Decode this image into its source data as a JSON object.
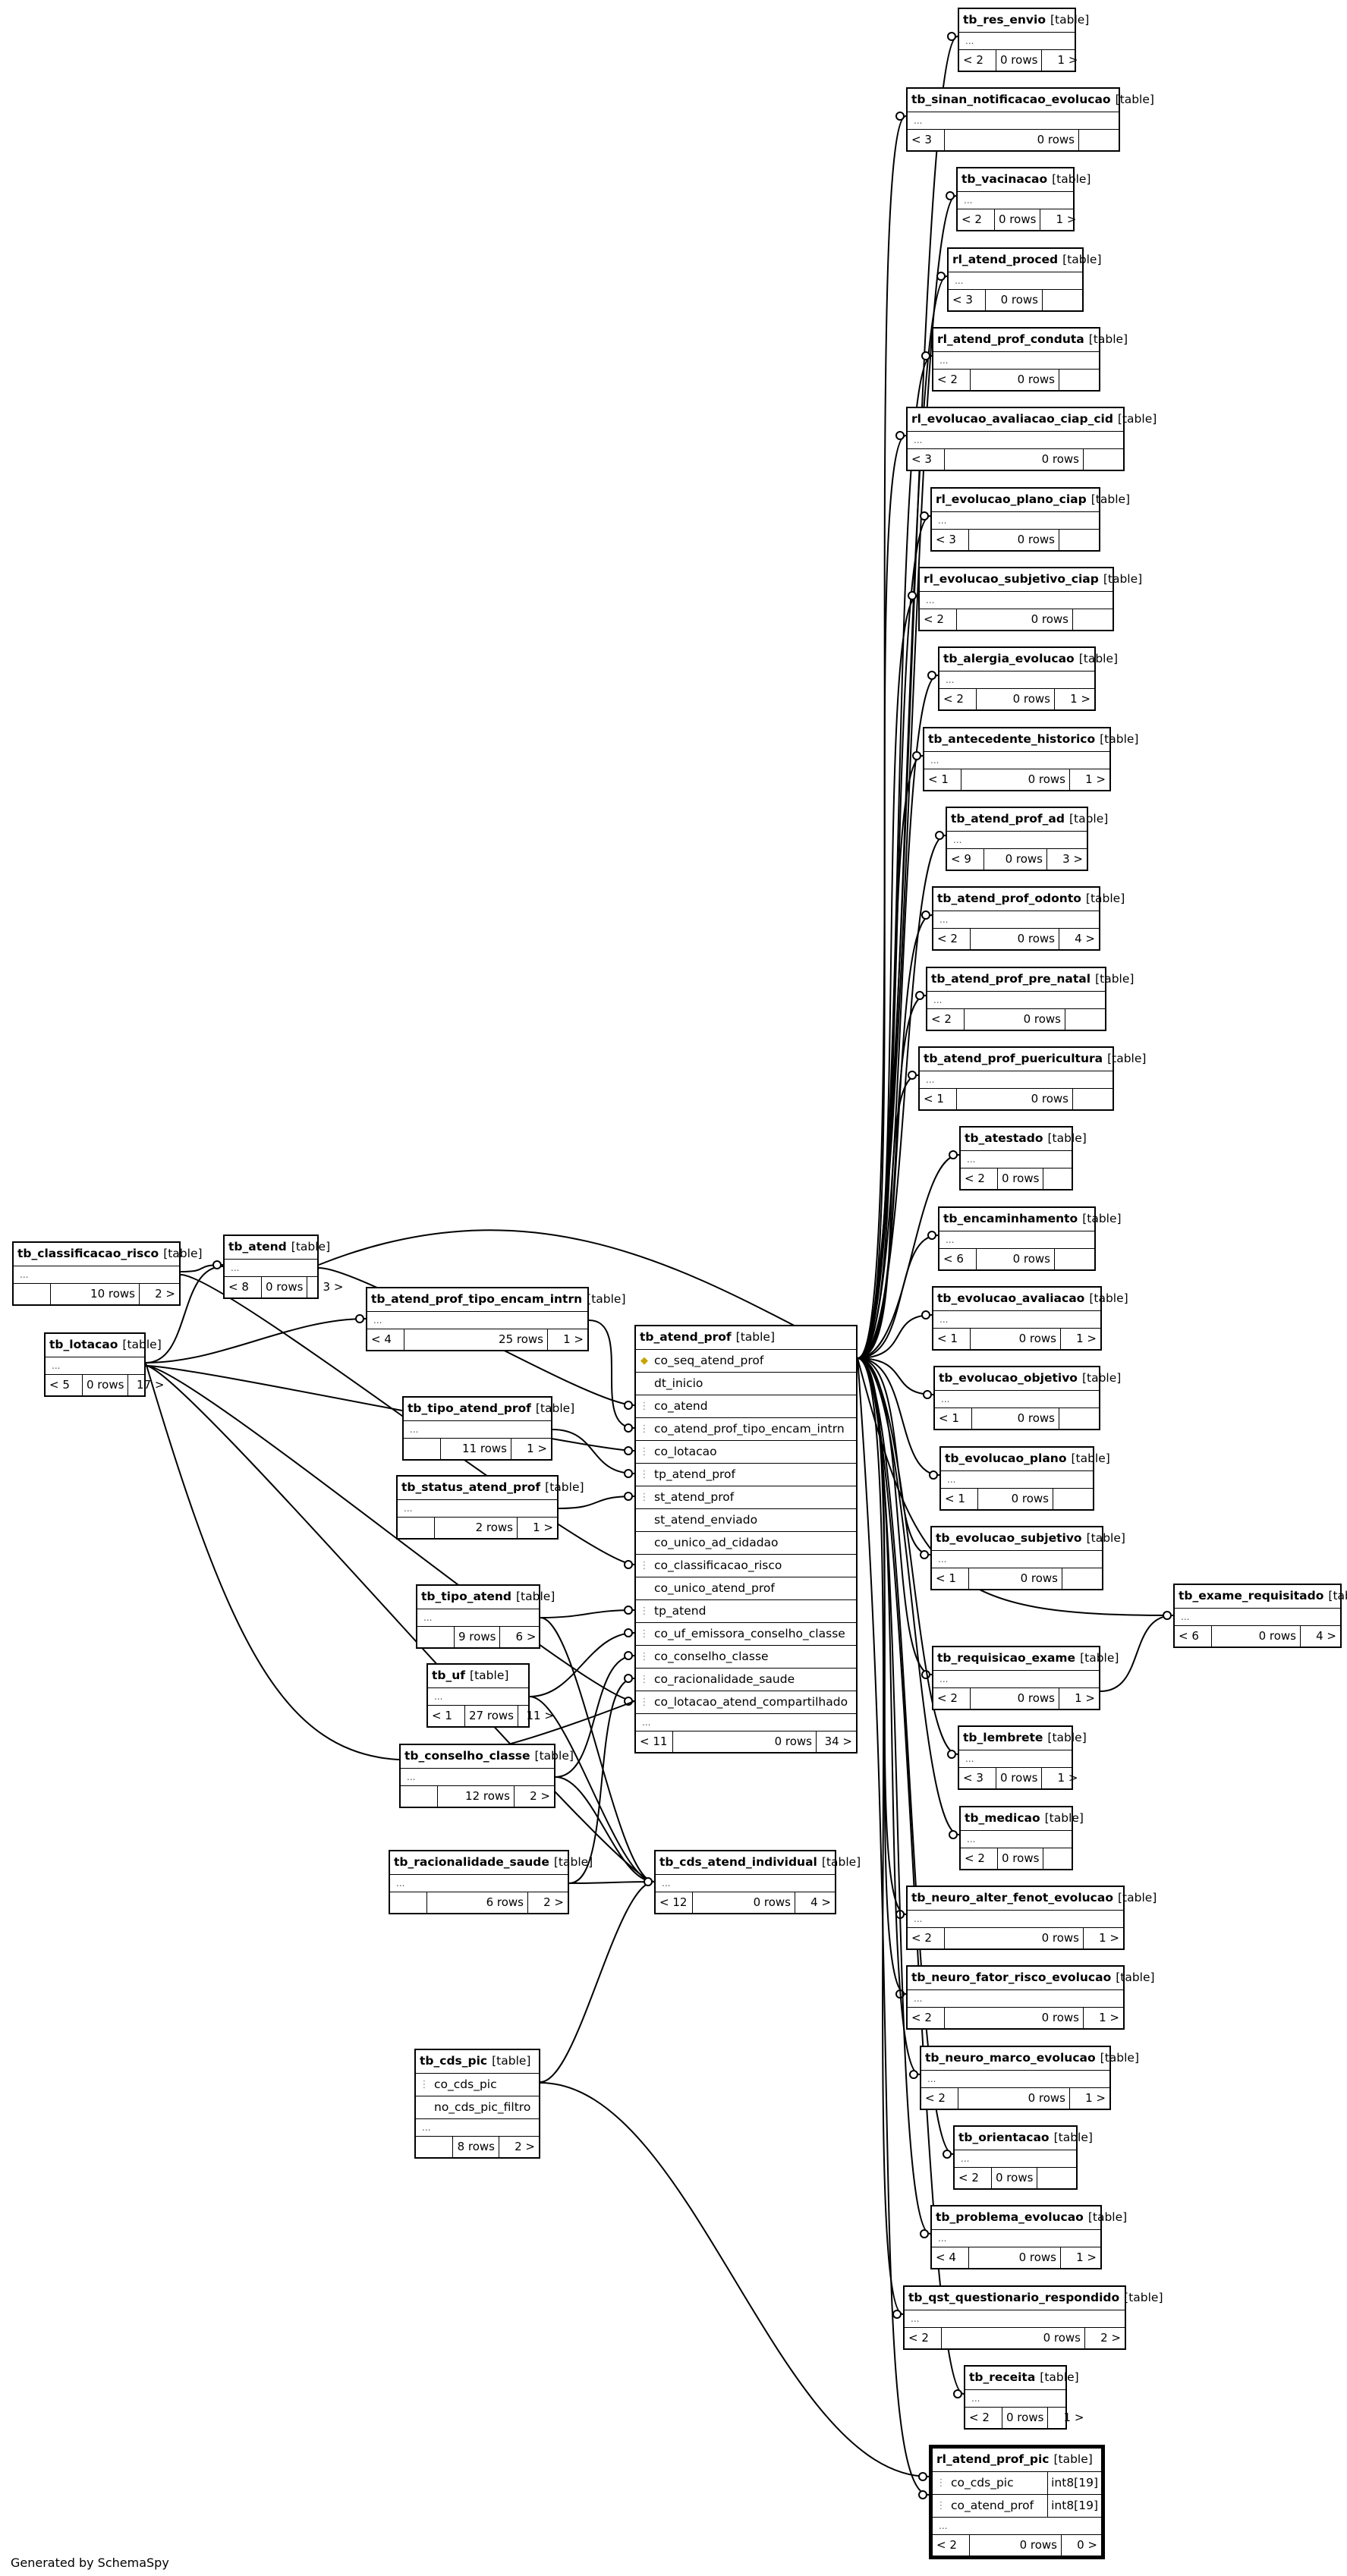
{
  "footer": {
    "generated_by": "Generated by SchemaSpy"
  },
  "tables": [
    {
      "id": "tb_res_envio",
      "name": "tb_res_envio",
      "kind": "[table]",
      "footer": {
        "parents": "< 2",
        "rows": "0 rows",
        "children": "1 >"
      }
    },
    {
      "id": "tb_sinan_notificacao_evolucao",
      "name": "tb_sinan_notificacao_evolucao",
      "kind": "[table]",
      "footer": {
        "parents": "< 3",
        "rows": "0 rows",
        "children": ""
      }
    },
    {
      "id": "tb_vacinacao",
      "name": "tb_vacinacao",
      "kind": "[table]",
      "footer": {
        "parents": "< 2",
        "rows": "0 rows",
        "children": "1 >"
      }
    },
    {
      "id": "rl_atend_proced",
      "name": "rl_atend_proced",
      "kind": "[table]",
      "footer": {
        "parents": "< 3",
        "rows": "0 rows",
        "children": ""
      }
    },
    {
      "id": "rl_atend_prof_conduta",
      "name": "rl_atend_prof_conduta",
      "kind": "[table]",
      "footer": {
        "parents": "< 2",
        "rows": "0 rows",
        "children": ""
      }
    },
    {
      "id": "rl_evolucao_avaliacao_ciap_cid",
      "name": "rl_evolucao_avaliacao_ciap_cid",
      "kind": "[table]",
      "footer": {
        "parents": "< 3",
        "rows": "0 rows",
        "children": ""
      }
    },
    {
      "id": "rl_evolucao_plano_ciap",
      "name": "rl_evolucao_plano_ciap",
      "kind": "[table]",
      "footer": {
        "parents": "< 3",
        "rows": "0 rows",
        "children": ""
      }
    },
    {
      "id": "rl_evolucao_subjetivo_ciap",
      "name": "rl_evolucao_subjetivo_ciap",
      "kind": "[table]",
      "footer": {
        "parents": "< 2",
        "rows": "0 rows",
        "children": ""
      }
    },
    {
      "id": "tb_alergia_evolucao",
      "name": "tb_alergia_evolucao",
      "kind": "[table]",
      "footer": {
        "parents": "< 2",
        "rows": "0 rows",
        "children": "1 >"
      }
    },
    {
      "id": "tb_antecedente_historico",
      "name": "tb_antecedente_historico",
      "kind": "[table]",
      "footer": {
        "parents": "< 1",
        "rows": "0 rows",
        "children": "1 >"
      }
    },
    {
      "id": "tb_atend_prof_ad",
      "name": "tb_atend_prof_ad",
      "kind": "[table]",
      "footer": {
        "parents": "< 9",
        "rows": "0 rows",
        "children": "3 >"
      }
    },
    {
      "id": "tb_atend_prof_odonto",
      "name": "tb_atend_prof_odonto",
      "kind": "[table]",
      "footer": {
        "parents": "< 2",
        "rows": "0 rows",
        "children": "4 >"
      }
    },
    {
      "id": "tb_atend_prof_pre_natal",
      "name": "tb_atend_prof_pre_natal",
      "kind": "[table]",
      "footer": {
        "parents": "< 2",
        "rows": "0 rows",
        "children": ""
      }
    },
    {
      "id": "tb_atend_prof_puericultura",
      "name": "tb_atend_prof_puericultura",
      "kind": "[table]",
      "footer": {
        "parents": "< 1",
        "rows": "0 rows",
        "children": ""
      }
    },
    {
      "id": "tb_atestado",
      "name": "tb_atestado",
      "kind": "[table]",
      "footer": {
        "parents": "< 2",
        "rows": "0 rows",
        "children": ""
      }
    },
    {
      "id": "tb_encaminhamento",
      "name": "tb_encaminhamento",
      "kind": "[table]",
      "footer": {
        "parents": "< 6",
        "rows": "0 rows",
        "children": ""
      }
    },
    {
      "id": "tb_evolucao_avaliacao",
      "name": "tb_evolucao_avaliacao",
      "kind": "[table]",
      "footer": {
        "parents": "< 1",
        "rows": "0 rows",
        "children": "1 >"
      }
    },
    {
      "id": "tb_evolucao_objetivo",
      "name": "tb_evolucao_objetivo",
      "kind": "[table]",
      "footer": {
        "parents": "< 1",
        "rows": "0 rows",
        "children": ""
      }
    },
    {
      "id": "tb_evolucao_plano",
      "name": "tb_evolucao_plano",
      "kind": "[table]",
      "footer": {
        "parents": "< 1",
        "rows": "0 rows",
        "children": ""
      }
    },
    {
      "id": "tb_evolucao_subjetivo",
      "name": "tb_evolucao_subjetivo",
      "kind": "[table]",
      "footer": {
        "parents": "< 1",
        "rows": "0 rows",
        "children": ""
      }
    },
    {
      "id": "tb_exame_requisitado",
      "name": "tb_exame_requisitado",
      "kind": "[table]",
      "footer": {
        "parents": "< 6",
        "rows": "0 rows",
        "children": "4 >"
      }
    },
    {
      "id": "tb_requisicao_exame",
      "name": "tb_requisicao_exame",
      "kind": "[table]",
      "footer": {
        "parents": "< 2",
        "rows": "0 rows",
        "children": "1 >"
      }
    },
    {
      "id": "tb_lembrete",
      "name": "tb_lembrete",
      "kind": "[table]",
      "footer": {
        "parents": "< 3",
        "rows": "0 rows",
        "children": "1 >"
      }
    },
    {
      "id": "tb_medicao",
      "name": "tb_medicao",
      "kind": "[table]",
      "footer": {
        "parents": "< 2",
        "rows": "0 rows",
        "children": ""
      }
    },
    {
      "id": "tb_neuro_alter_fenot_evolucao",
      "name": "tb_neuro_alter_fenot_evolucao",
      "kind": "[table]",
      "footer": {
        "parents": "< 2",
        "rows": "0 rows",
        "children": "1 >"
      }
    },
    {
      "id": "tb_neuro_fator_risco_evolucao",
      "name": "tb_neuro_fator_risco_evolucao",
      "kind": "[table]",
      "footer": {
        "parents": "< 2",
        "rows": "0 rows",
        "children": "1 >"
      }
    },
    {
      "id": "tb_neuro_marco_evolucao",
      "name": "tb_neuro_marco_evolucao",
      "kind": "[table]",
      "footer": {
        "parents": "< 2",
        "rows": "0 rows",
        "children": "1 >"
      }
    },
    {
      "id": "tb_orientacao",
      "name": "tb_orientacao",
      "kind": "[table]",
      "footer": {
        "parents": "< 2",
        "rows": "0 rows",
        "children": ""
      }
    },
    {
      "id": "tb_problema_evolucao",
      "name": "tb_problema_evolucao",
      "kind": "[table]",
      "footer": {
        "parents": "< 4",
        "rows": "0 rows",
        "children": "1 >"
      }
    },
    {
      "id": "tb_qst_questionario_respondido",
      "name": "tb_qst_questionario_respondido",
      "kind": "[table]",
      "footer": {
        "parents": "< 2",
        "rows": "0 rows",
        "children": "2 >"
      }
    },
    {
      "id": "tb_receita",
      "name": "tb_receita",
      "kind": "[table]",
      "footer": {
        "parents": "< 2",
        "rows": "0 rows",
        "children": "1 >"
      }
    },
    {
      "id": "rl_atend_prof_pic",
      "name": "rl_atend_prof_pic",
      "kind": "[table]",
      "focus": true,
      "columns": [
        {
          "name": "co_cds_pic",
          "type": "int8[19]",
          "icon": "fk"
        },
        {
          "name": "co_atend_prof",
          "type": "int8[19]",
          "icon": "fk"
        }
      ],
      "footer": {
        "parents": "< 2",
        "rows": "0 rows",
        "children": "0 >"
      }
    },
    {
      "id": "tb_atend_prof",
      "name": "tb_atend_prof",
      "kind": "[table]",
      "columns": [
        {
          "name": "co_seq_atend_prof",
          "icon": "pk"
        },
        {
          "name": "dt_inicio",
          "icon": ""
        },
        {
          "name": "co_atend",
          "icon": "fk"
        },
        {
          "name": "co_atend_prof_tipo_encam_intrn",
          "icon": "fk"
        },
        {
          "name": "co_lotacao",
          "icon": "fk"
        },
        {
          "name": "tp_atend_prof",
          "icon": "fk"
        },
        {
          "name": "st_atend_prof",
          "icon": "fk"
        },
        {
          "name": "st_atend_enviado",
          "icon": ""
        },
        {
          "name": "co_unico_ad_cidadao",
          "icon": ""
        },
        {
          "name": "co_classificacao_risco",
          "icon": "fk"
        },
        {
          "name": "co_unico_atend_prof",
          "icon": ""
        },
        {
          "name": "tp_atend",
          "icon": "fk"
        },
        {
          "name": "co_uf_emissora_conselho_classe",
          "icon": "fk"
        },
        {
          "name": "co_conselho_classe",
          "icon": "fk"
        },
        {
          "name": "co_racionalidade_saude",
          "icon": "fk"
        },
        {
          "name": "co_lotacao_atend_compartilhado",
          "icon": "fk"
        }
      ],
      "footer": {
        "parents": "< 11",
        "rows": "0 rows",
        "children": "34 >"
      }
    },
    {
      "id": "tb_classificacao_risco",
      "name": "tb_classificacao_risco",
      "kind": "[table]",
      "footer": {
        "parents": "",
        "rows": "10 rows",
        "children": "2 >"
      }
    },
    {
      "id": "tb_atend",
      "name": "tb_atend",
      "kind": "[table]",
      "footer": {
        "parents": "< 8",
        "rows": "0 rows",
        "children": "3 >"
      }
    },
    {
      "id": "tb_lotacao",
      "name": "tb_lotacao",
      "kind": "[table]",
      "footer": {
        "parents": "< 5",
        "rows": "0 rows",
        "children": "17 >"
      }
    },
    {
      "id": "tb_atend_prof_tipo_encam_intrn",
      "name": "tb_atend_prof_tipo_encam_intrn",
      "kind": "[table]",
      "footer": {
        "parents": "< 4",
        "rows": "25 rows",
        "children": "1 >"
      }
    },
    {
      "id": "tb_tipo_atend_prof",
      "name": "tb_tipo_atend_prof",
      "kind": "[table]",
      "footer": {
        "parents": "",
        "rows": "11 rows",
        "children": "1 >"
      }
    },
    {
      "id": "tb_status_atend_prof",
      "name": "tb_status_atend_prof",
      "kind": "[table]",
      "footer": {
        "parents": "",
        "rows": "2 rows",
        "children": "1 >"
      }
    },
    {
      "id": "tb_tipo_atend",
      "name": "tb_tipo_atend",
      "kind": "[table]",
      "footer": {
        "parents": "",
        "rows": "9 rows",
        "children": "6 >"
      }
    },
    {
      "id": "tb_uf",
      "name": "tb_uf",
      "kind": "[table]",
      "footer": {
        "parents": "< 1",
        "rows": "27 rows",
        "children": "11 >"
      }
    },
    {
      "id": "tb_conselho_classe",
      "name": "tb_conselho_classe",
      "kind": "[table]",
      "footer": {
        "parents": "",
        "rows": "12 rows",
        "children": "2 >"
      }
    },
    {
      "id": "tb_racionalidade_saude",
      "name": "tb_racionalidade_saude",
      "kind": "[table]",
      "footer": {
        "parents": "",
        "rows": "6 rows",
        "children": "2 >"
      }
    },
    {
      "id": "tb_cds_atend_individual",
      "name": "tb_cds_atend_individual",
      "kind": "[table]",
      "footer": {
        "parents": "< 12",
        "rows": "0 rows",
        "children": "4 >"
      }
    },
    {
      "id": "tb_cds_pic",
      "name": "tb_cds_pic",
      "kind": "[table]",
      "columns": [
        {
          "name": "co_cds_pic",
          "icon": "fk"
        },
        {
          "name": "no_cds_pic_filtro",
          "icon": ""
        }
      ],
      "footer": {
        "parents": "",
        "rows": "8 rows",
        "children": "2 >"
      }
    }
  ]
}
